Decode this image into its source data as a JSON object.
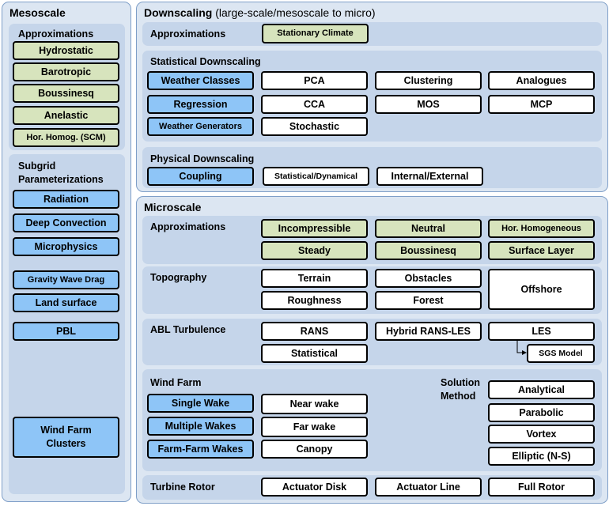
{
  "mesoscale": {
    "title": "Mesoscale",
    "approximations": {
      "label": "Approximations",
      "items": [
        "Hydrostatic",
        "Barotropic",
        "Boussinesq",
        "Anelastic",
        "Hor. Homog. (SCM)"
      ]
    },
    "subgrid": {
      "label_line1": "Subgrid",
      "label_line2": "Parameterizations",
      "items": [
        "Radiation",
        "Deep Convection",
        "Microphysics",
        "Gravity Wave Drag",
        "Land surface",
        "PBL"
      ]
    },
    "wind_farm_clusters": {
      "line1": "Wind Farm",
      "line2": "Clusters"
    }
  },
  "downscaling": {
    "title": "Downscaling",
    "subtitle": "(large-scale/mesoscale  to micro)",
    "approximations": {
      "label": "Approximations",
      "item": "Stationary Climate"
    },
    "statistical": {
      "label": "Statistical Downscaling",
      "methods": [
        "Weather Classes",
        "Regression",
        "Weather Generators"
      ],
      "row1": [
        "PCA",
        "Clustering",
        "Analogues"
      ],
      "row2": [
        "CCA",
        "MOS",
        "MCP"
      ],
      "row3": [
        "Stochastic"
      ]
    },
    "physical": {
      "label": "Physical Downscaling",
      "method": "Coupling",
      "items": [
        "Statistical/Dynamical",
        "Internal/External"
      ]
    }
  },
  "microscale": {
    "title": "Microscale",
    "approximations": {
      "label": "Approximations",
      "row1": [
        "Incompressible",
        "Neutral",
        "Hor. Homogeneous"
      ],
      "row2": [
        "Steady",
        "Boussinesq",
        "Surface Layer"
      ]
    },
    "topography": {
      "label": "Topography",
      "items": [
        "Terrain",
        "Obstacles",
        "Roughness",
        "Forest"
      ],
      "offshore": "Offshore"
    },
    "abl": {
      "label": "ABL Turbulence",
      "items": [
        "RANS",
        "Hybrid RANS-LES",
        "LES",
        "Statistical"
      ],
      "sgs": "SGS Model"
    },
    "wind_farm": {
      "label": "Wind Farm",
      "wakes": [
        "Single Wake",
        "Multiple Wakes",
        "Farm-Farm Wakes"
      ],
      "models": [
        "Near wake",
        "Far wake",
        "Canopy"
      ],
      "solution_label_line1": "Solution",
      "solution_label_line2": "Method",
      "solutions": [
        "Analytical",
        "Parabolic",
        "Vortex",
        "Elliptic (N-S)"
      ]
    },
    "rotor": {
      "label": "Turbine Rotor",
      "items": [
        "Actuator Disk",
        "Actuator Line",
        "Full Rotor"
      ]
    }
  }
}
